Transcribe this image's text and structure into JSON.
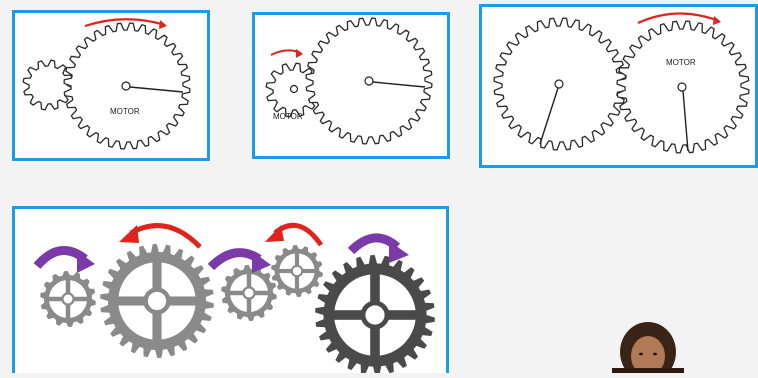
{
  "panels": [
    {
      "label": "MOTOR",
      "rotation": "clockwise"
    },
    {
      "label": "MOTOR",
      "rotation": "clockwise"
    },
    {
      "label": "MOTOR",
      "rotation": "clockwise"
    }
  ],
  "colors": {
    "panel_border": "#1e9be6",
    "motor_arrow": "#e0231c",
    "train_arrow_red": "#e0231c",
    "train_arrow_purple": "#7a3aa8",
    "gear_light": "#8a8a8a",
    "gear_dark": "#4a4a4a"
  }
}
